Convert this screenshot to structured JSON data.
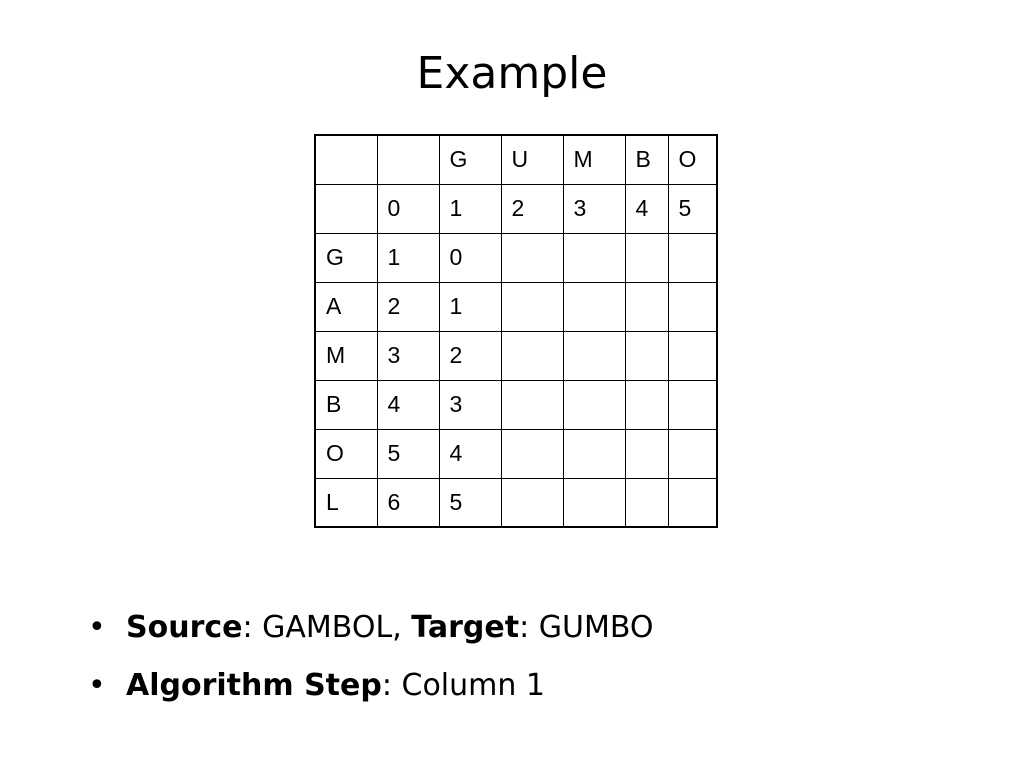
{
  "slide": {
    "title": "Example"
  },
  "table": {
    "rows": [
      [
        "",
        "",
        "G",
        "U",
        "M",
        "B",
        "O"
      ],
      [
        "",
        "0",
        "1",
        "2",
        "3",
        "4",
        "5"
      ],
      [
        "G",
        "1",
        "0",
        "",
        "",
        "",
        ""
      ],
      [
        "A",
        "2",
        "1",
        "",
        "",
        "",
        ""
      ],
      [
        "M",
        "3",
        "2",
        "",
        "",
        "",
        ""
      ],
      [
        "B",
        "4",
        "3",
        "",
        "",
        "",
        ""
      ],
      [
        "O",
        "5",
        "4",
        "",
        "",
        "",
        ""
      ],
      [
        "L",
        "6",
        "5",
        "",
        "",
        "",
        ""
      ]
    ]
  },
  "bullets": {
    "b1": {
      "source_label": "Source",
      "source_sep": ": ",
      "source_value": "GAMBOL, ",
      "target_label": "Target",
      "target_sep": ": ",
      "target_value": "GUMBO"
    },
    "b2": {
      "step_label": "Algorithm Step",
      "step_sep": ": ",
      "step_value": "Column 1"
    },
    "marker": "•"
  }
}
